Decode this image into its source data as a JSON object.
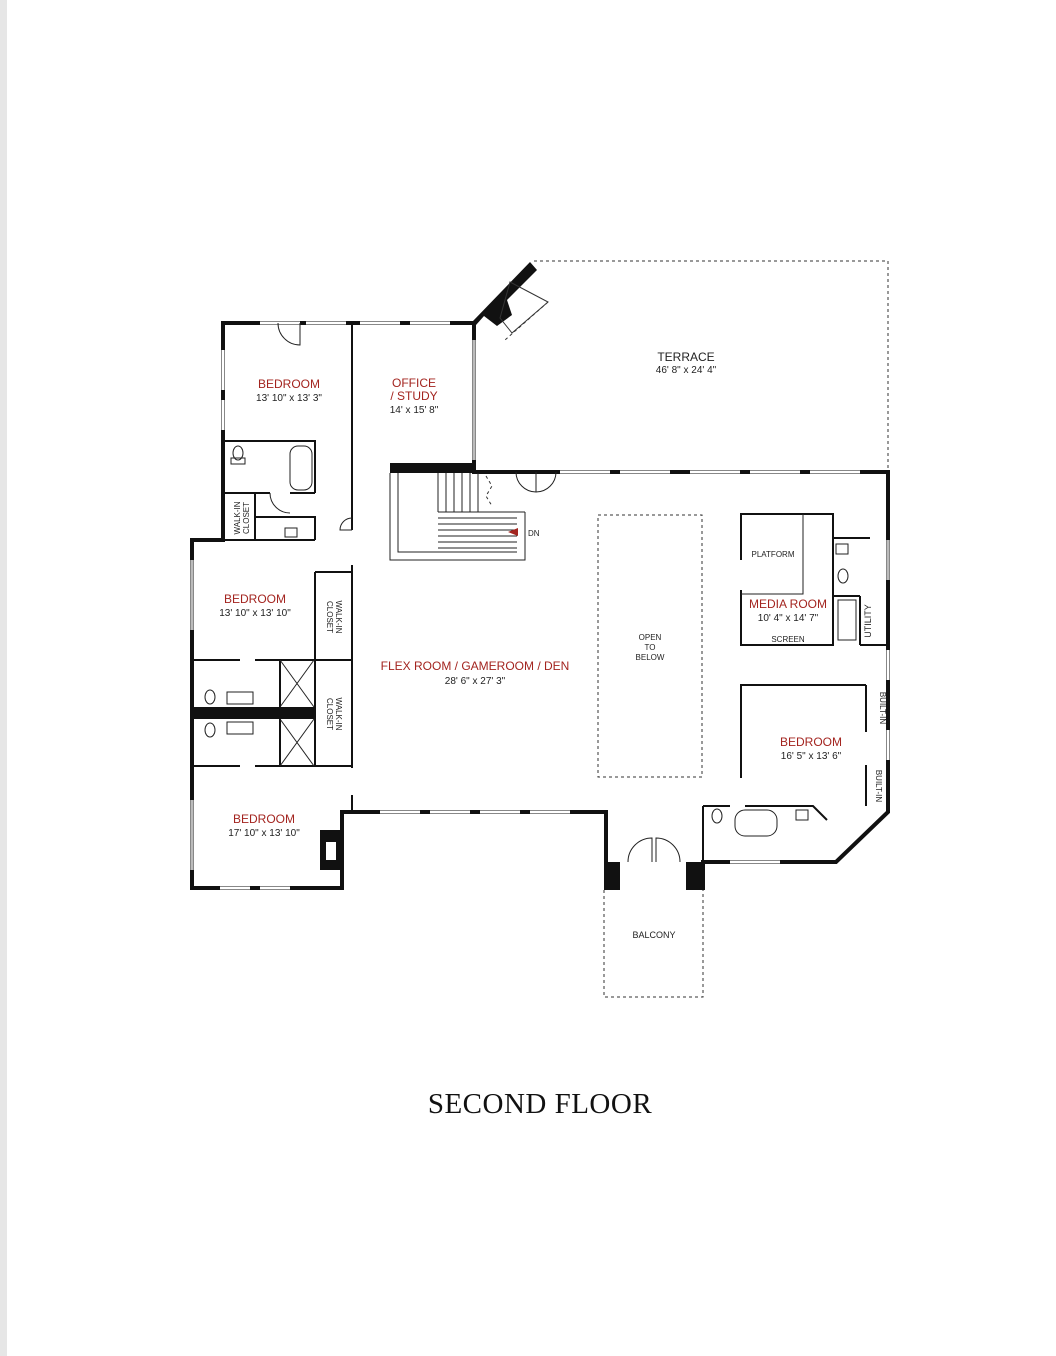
{
  "title": "SECOND FLOOR",
  "rooms": {
    "bedroom_1": {
      "name": "BEDROOM",
      "dim": "13' 10\" x 13' 3\""
    },
    "office": {
      "name1": "OFFICE",
      "name2": "/ STUDY",
      "dim": "14' x 15' 8\""
    },
    "terrace": {
      "name": "TERRACE",
      "dim": "46' 8\" x 24' 4\""
    },
    "bedroom_2": {
      "name": "BEDROOM",
      "dim": "13' 10\" x 13' 10\""
    },
    "flex": {
      "name": "FLEX ROOM / GAMEROOM / DEN",
      "dim": "28' 6\" x 27' 3\""
    },
    "media": {
      "name": "MEDIA ROOM",
      "dim": "10' 4\" x 14' 7\""
    },
    "bedroom_4": {
      "name": "BEDROOM",
      "dim": "16' 5\" x 13' 6\""
    },
    "bedroom_3": {
      "name": "BEDROOM",
      "dim": "17' 10\" x 13' 10\""
    },
    "balcony": {
      "name": "BALCONY"
    }
  },
  "labels": {
    "walk_in": "WALK-IN",
    "closet": "CLOSET",
    "dn": "DN",
    "open": "OPEN",
    "to": "TO",
    "below": "BELOW",
    "platform": "PLATFORM",
    "screen": "SCREEN",
    "utility": "UTILITY",
    "built_in": "BUILT-IN"
  }
}
